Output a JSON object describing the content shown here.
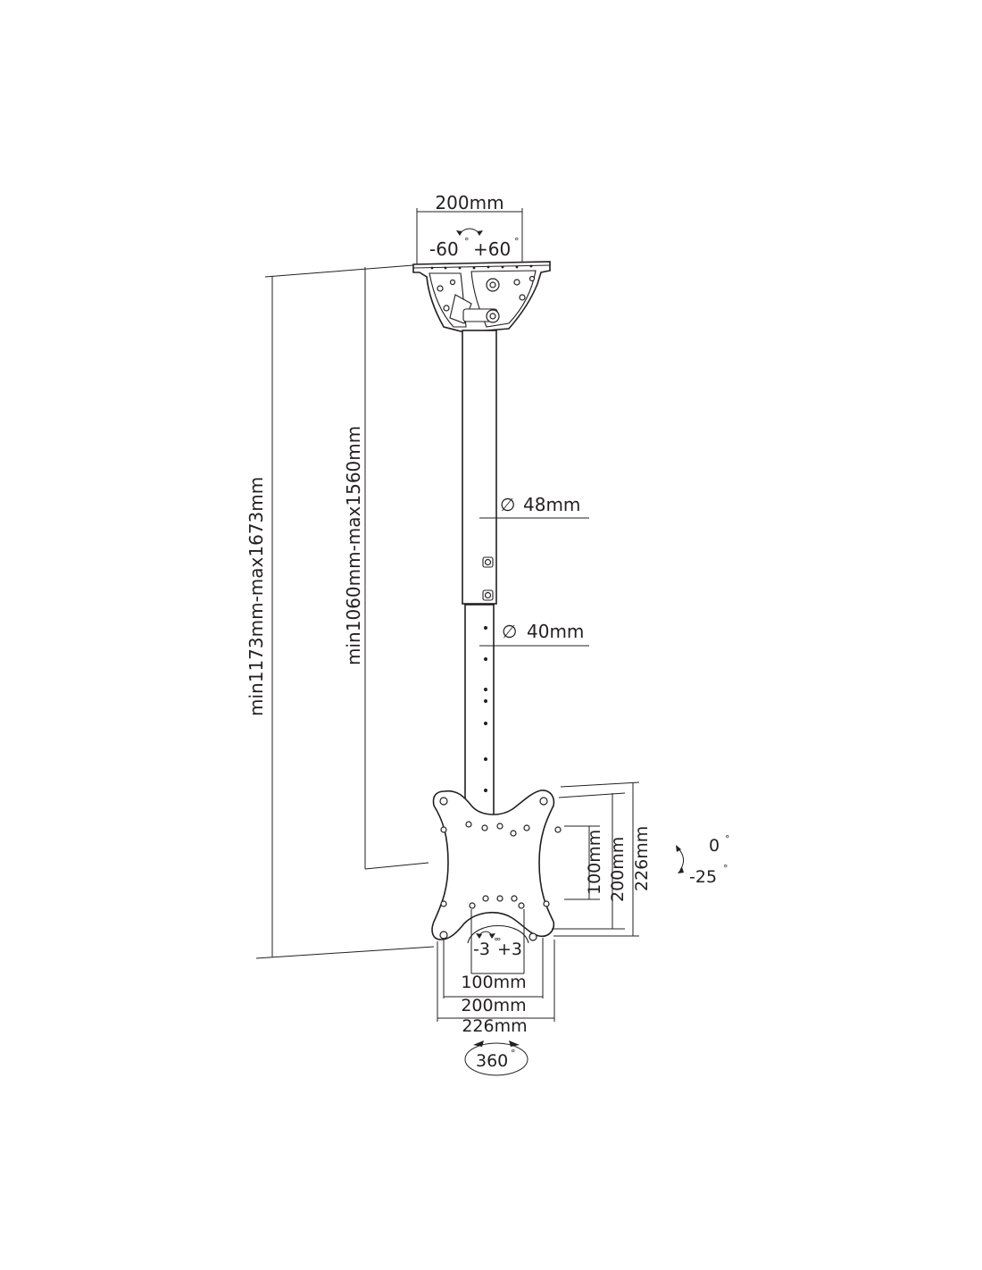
{
  "labels": {
    "top_width": "200mm",
    "top_tilt_left": "-60",
    "top_tilt_right": "+60",
    "total_height": "min1173mm-max1673mm",
    "pole_height": "min1060mm-max1560mm",
    "diameter_upper": "48mm",
    "diameter_lower": "40mm",
    "plate_h_100": "100mm",
    "plate_h_200": "200mm",
    "plate_h_226": "226mm",
    "tilt_top": "0",
    "tilt_bottom": "-25",
    "rot_left": "-3",
    "rot_right": "+3",
    "plate_w_100": "100mm",
    "plate_w_200": "200mm",
    "plate_w_226": "226mm",
    "swivel": "360"
  },
  "symbols": {
    "degree": "°",
    "diameter": "∅"
  },
  "colors": {
    "line": "#231f20",
    "background": "#ffffff"
  }
}
